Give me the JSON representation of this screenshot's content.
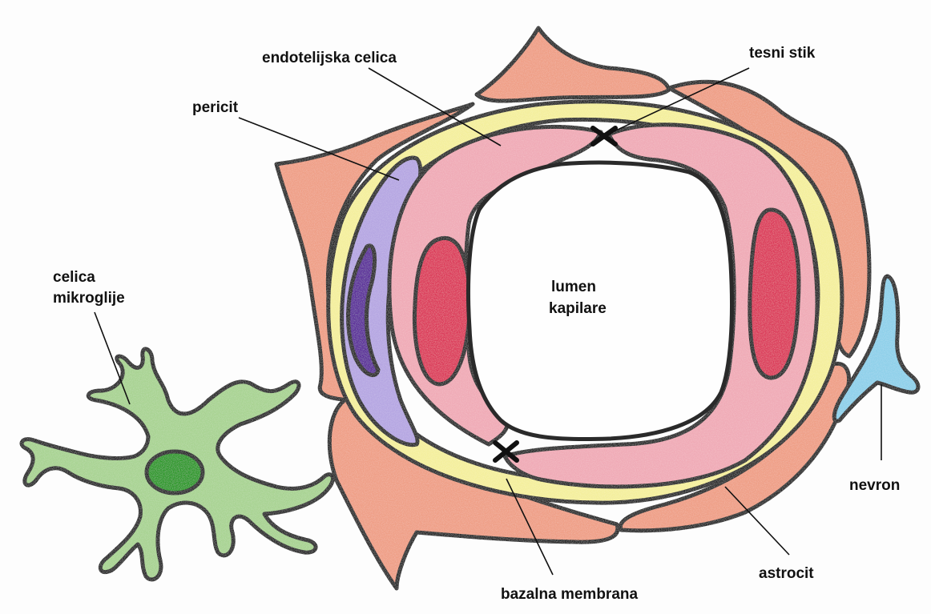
{
  "labels": {
    "endothelial": "endotelijska celica",
    "tight_junction": "tesni stik",
    "pericyte": "pericit",
    "lumen_line1": "lumen",
    "lumen_line2": "kapilare",
    "microglia_line1": "celica",
    "microglia_line2": "mikroglije",
    "neuron": "nevron",
    "astrocyte": "astrocit",
    "basal_membrane": "bazalna membrana"
  },
  "colors": {
    "paper": "#fefefe",
    "astrocyte": "#ef9f86",
    "basal_membrane": "#f4ef9c",
    "endothelium": "#f0aab6",
    "nucleus_red": "#dc3a5a",
    "pericyte": "#b5a6e2",
    "pericyte_nucleus": "#5c2d9a",
    "microglia": "#a8d392",
    "microglia_nucleus": "#2e9a2a",
    "neuron": "#8ed0ea",
    "outline": "#2a2a2a"
  }
}
